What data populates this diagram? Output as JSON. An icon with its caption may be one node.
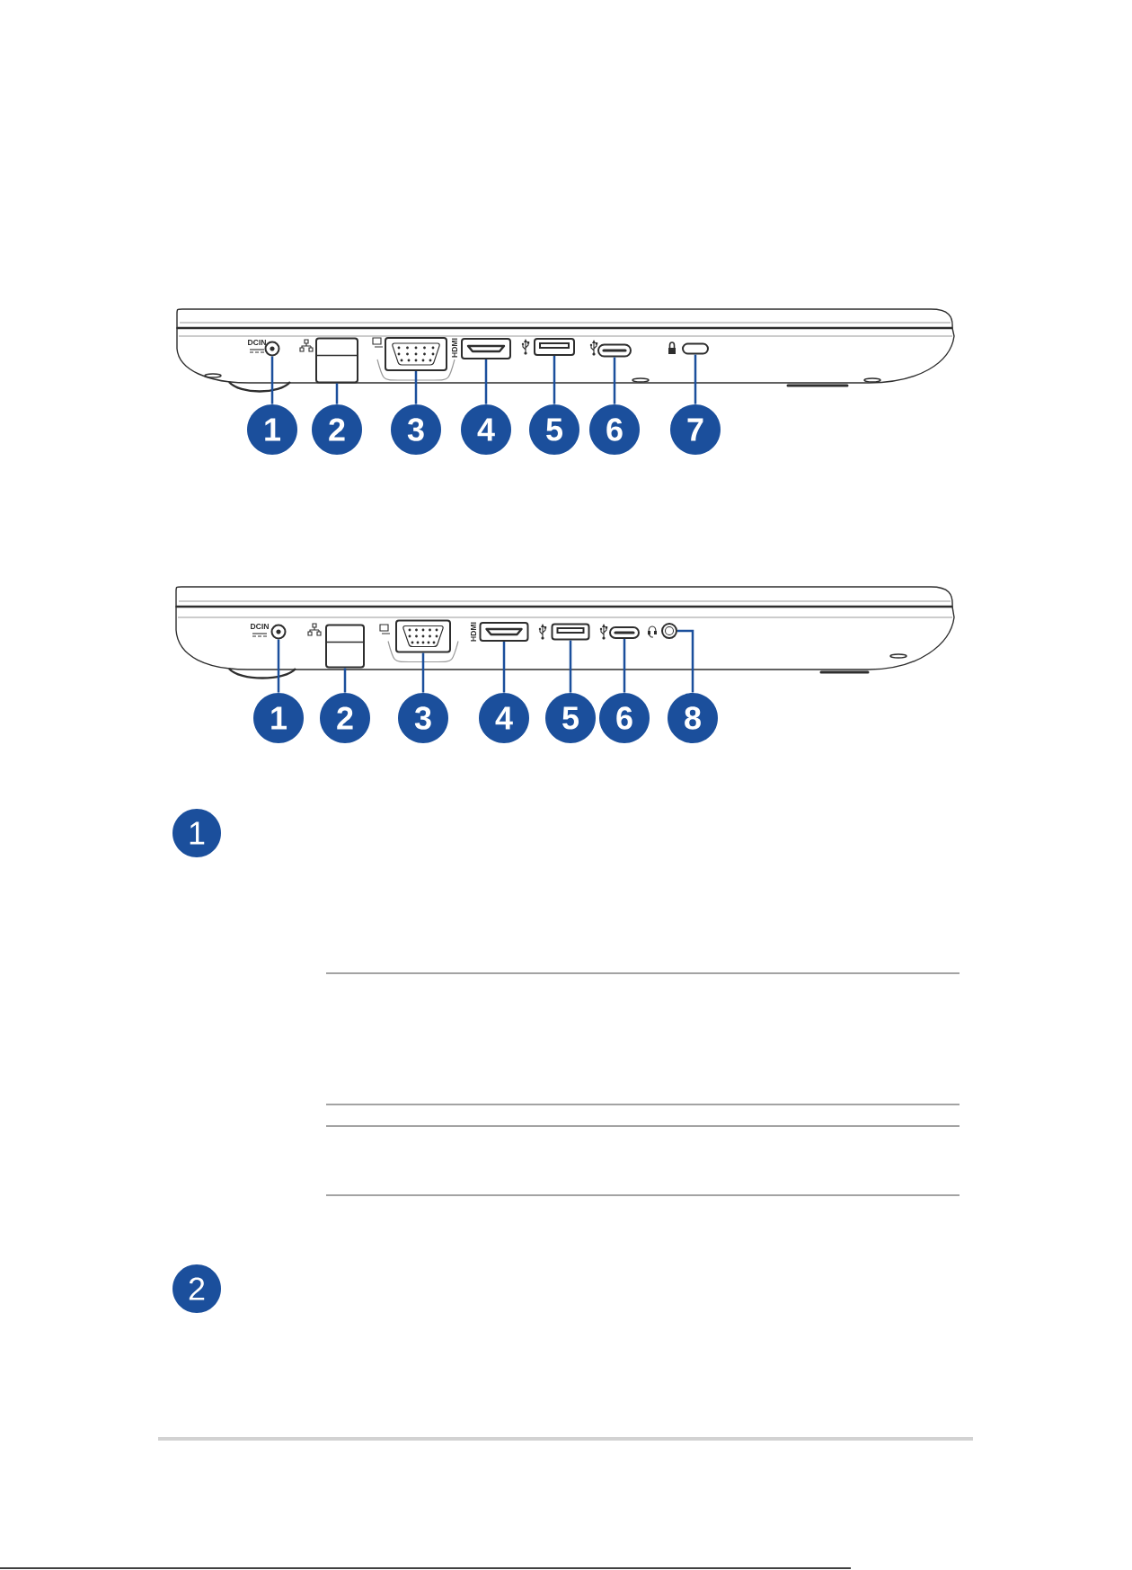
{
  "diagram": {
    "nodes": [
      {
        "text": [],
        "shape": "circle"
      },
      {
        "text": [],
        "shape": "box"
      },
      {
        "text": [],
        "shape": "box"
      },
      {
        "text": [],
        "shape": "box"
      },
      {
        "text": [],
        "shape": "box"
      },
      {
        "text": [],
        "shape": "box"
      },
      {
        "text": [],
        "shape": "box"
      },
      {
        "text": [
          "1"
        ]
      },
      {
        "text": [
          "2"
        ]
      },
      {
        "text": [
          "3"
        ]
      },
      {
        "text": [
          "4"
        ]
      },
      {
        "text": [
          "5"
        ]
      },
      {
        "text": [
          "6"
        ]
      },
      {
        "text": [
          "7"
        ]
      },
      {
        "text": [],
        "shape": "circle"
      },
      {
        "text": [],
        "shape": "box"
      },
      {
        "text": [],
        "shape": "box"
      },
      {
        "text": [],
        "shape": "box"
      },
      {
        "text": [],
        "shape": "box"
      },
      {
        "text": [],
        "shape": "box"
      },
      {
        "text": [],
        "shape": "circle"
      },
      {
        "text": [
          "1"
        ]
      },
      {
        "text": [
          "2"
        ]
      },
      {
        "text": [
          "3"
        ]
      },
      {
        "text": [
          "4"
        ]
      },
      {
        "text": [
          "5"
        ]
      },
      {
        "text": [
          "6"
        ]
      },
      {
        "text": [
          "8"
        ]
      },
      {
        "text": [
          "1"
        ]
      },
      {
        "text": [
          "2"
        ]
      }
    ],
    "edges": [
      {
        "from": 7,
        "to": 0,
        "arrow": "none"
      },
      {
        "from": 8,
        "to": 1,
        "arrow": "none"
      },
      {
        "from": 9,
        "to": 2,
        "arrow": "none"
      },
      {
        "from": 10,
        "to": 3,
        "arrow": "none"
      },
      {
        "from": 11,
        "to": 4,
        "arrow": "none"
      },
      {
        "from": 12,
        "to": 5,
        "arrow": "none"
      },
      {
        "from": 13,
        "to": 6,
        "arrow": "none"
      },
      {
        "from": 21,
        "to": 14,
        "arrow": "none"
      },
      {
        "from": 22,
        "to": 15,
        "arrow": "none"
      },
      {
        "from": 23,
        "to": 16,
        "arrow": "none"
      },
      {
        "from": 24,
        "to": 17,
        "arrow": "none"
      },
      {
        "from": 25,
        "to": 18,
        "arrow": "none"
      },
      {
        "from": 26,
        "to": 19,
        "arrow": "none"
      },
      {
        "from": 27,
        "to": 20,
        "arrow": "none"
      }
    ],
    "labels": [
      "DCIN",
      "HDMI",
      "DCIN",
      "HDMI"
    ]
  }
}
